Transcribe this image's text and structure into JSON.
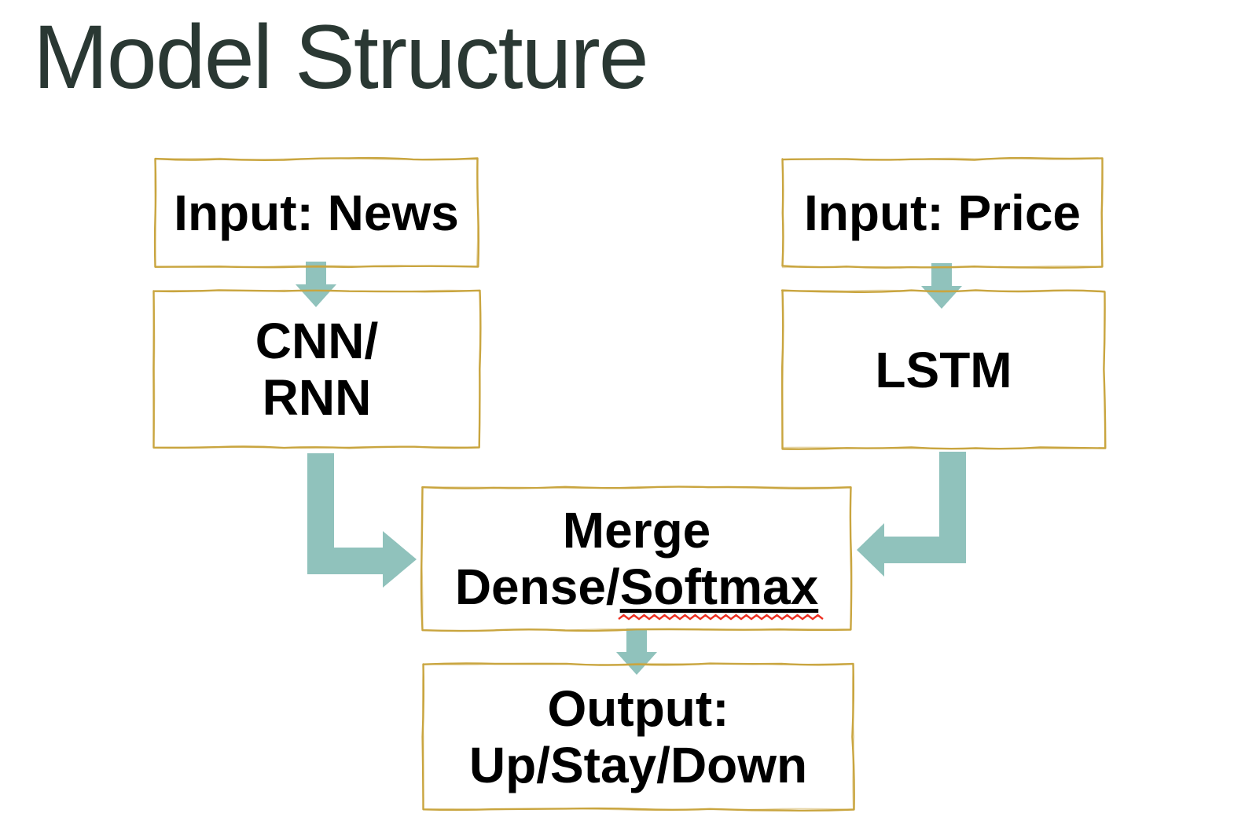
{
  "slide": {
    "title": "Model Structure"
  },
  "diagram": {
    "nodes": {
      "input_news": {
        "label": "Input: News"
      },
      "cnn_rnn": {
        "line1": "CNN/",
        "line2": "RNN"
      },
      "input_price": {
        "label": "Input: Price"
      },
      "lstm": {
        "label": "LSTM"
      },
      "merge": {
        "line1": "Merge",
        "line2_prefix": "Dense/",
        "line2_underlined": "Softmax"
      },
      "output": {
        "line1": "Output:",
        "line2": "Up/Stay/Down"
      }
    },
    "edges": [
      {
        "from": "input_news",
        "to": "cnn_rnn",
        "shape": "straight-down"
      },
      {
        "from": "input_price",
        "to": "lstm",
        "shape": "straight-down"
      },
      {
        "from": "cnn_rnn",
        "to": "merge",
        "shape": "elbow-down-right"
      },
      {
        "from": "lstm",
        "to": "merge",
        "shape": "elbow-down-left"
      },
      {
        "from": "merge",
        "to": "output",
        "shape": "straight-down"
      }
    ],
    "colors": {
      "title_text": "#2A3833",
      "node_text": "#000000",
      "box_border": "#C9A53F",
      "arrow_fill": "#90C2BC",
      "softmax_underline": "#000000",
      "spellcheck_squiggle": "#EE3124",
      "background": "#FFFFFF"
    }
  }
}
